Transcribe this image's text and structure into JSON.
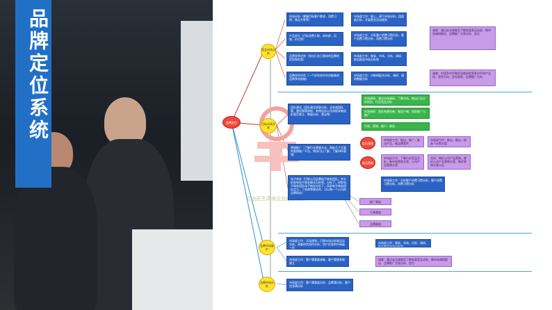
{
  "sidebar": {
    "title": "品牌定位系统"
  },
  "watermark": "企业匠生高培企业组建发展",
  "center": {
    "label": "品牌定位"
  },
  "hubs": {
    "research": "竞品市场分析",
    "define": "目标市场开发",
    "maintain": "品牌市场维护",
    "analyze": "品牌市场分析"
  },
  "sub": {
    "red1": "定位营销",
    "red2": "新品营销"
  },
  "blue_boxes": [
    "市场分析（掌握目标客户需求、消费习惯、购买力等等）",
    "产品定位（目标消费人群，如年龄、风格、价位等）",
    "品牌竞争优势（找出行业已建成的品牌的优势和劣势）",
    "品牌合作伙伴（一个好的合作伙伴能做成品牌多倍效能）",
    "团队建设（团队建设原意分析，全有效团队管、建设管理流程、有效培训公司流程或者组织规范建立、数据分析、营运等）",
    "营销推广（了解行业营销方式，熟练几个主要的营销推广平台，例如可以了解，了解SNS营销）",
    "电子商务（目前公司品牌电子商务团队，并分析现有电子商务模式分析等，分析了，研发电子商务团队电子商务分析了，研发电子商务团队定义，了电商等模式的，可以做一个公司的品牌网站）",
    "市场部工作：活动规划，日常市场分析和活动总结，调查研究如何分析，用户信息的中高级一起",
    "市场部工作：客户满意度调查，客户管理系统建立",
    "市场部工作：客户满意度分析，品牌满分析，客户信息满分析"
  ],
  "blue_small": [
    "市场部工作：做上，调下市场分析，团组展分析，开展营业活动规划",
    "市场部工作：分析客户消费习惯分析，客户消费习惯分析，消费习惯分析",
    "市场部工作：做采、市场、分析、调研、报告报告市场分析和",
    "市场部工作：对新闻配合分析、调研、调研数据分析"
  ],
  "purple_boxes": [
    "调查：通过走访调查及了解各类竞品动态、做市场调研报告、品牌推广方案分析、定位",
    "调查：对竞争对手做好深度研究竞争对手的产品线，宣传方向，定位规划，品牌推广方向",
    "市场部工作：推出，推广，推出产品，做品牌宣传",
    "市场部工作：推出，推出，按各个计划方案",
    "市场部工作：了解行业竞品分析，做市场营销方案，公司产品营销方案",
    "活动：做好公司产品营销，做好公司产品营销方案，做好营销方案公告"
  ],
  "purple_right": [
    "推广渠道",
    "订单渠道",
    "品牌渠道"
  ],
  "green_boxes": [
    "市场调研：通过市场调研，了解市场，做出行业分析报告，行业竞品分析",
    "市场调研：团队构建完善，做用户端，研发推广与推广",
    "行销、营销、客户、物流"
  ]
}
